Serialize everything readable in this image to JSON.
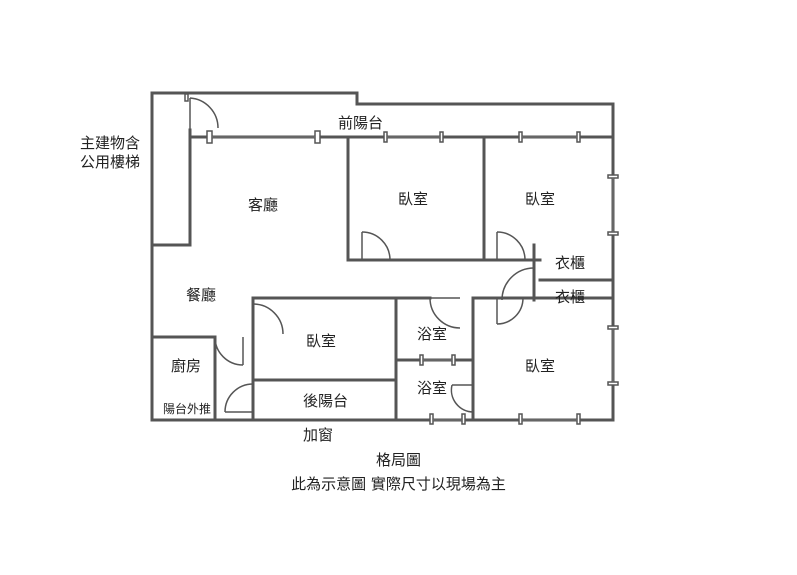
{
  "diagram": {
    "rooms": {
      "front_balcony": "前陽台",
      "living_room": "客廳",
      "bedroom_1": "臥室",
      "bedroom_2": "臥室",
      "wardrobe_1": "衣櫃",
      "wardrobe_2": "衣櫃",
      "dining_room": "餐廳",
      "bedroom_3": "臥室",
      "bathroom_1": "浴室",
      "bedroom_4": "臥室",
      "kitchen": "廚房",
      "bathroom_2": "浴室",
      "rear_balcony": "後陽台",
      "balcony_push": "陽台外推",
      "extra_window": "加窗"
    },
    "stair_note": {
      "line1": "主建物含",
      "line2": "公用樓梯"
    },
    "caption": {
      "title": "格局圖",
      "note": "此為示意圖 實際尺寸以現場為主"
    }
  }
}
